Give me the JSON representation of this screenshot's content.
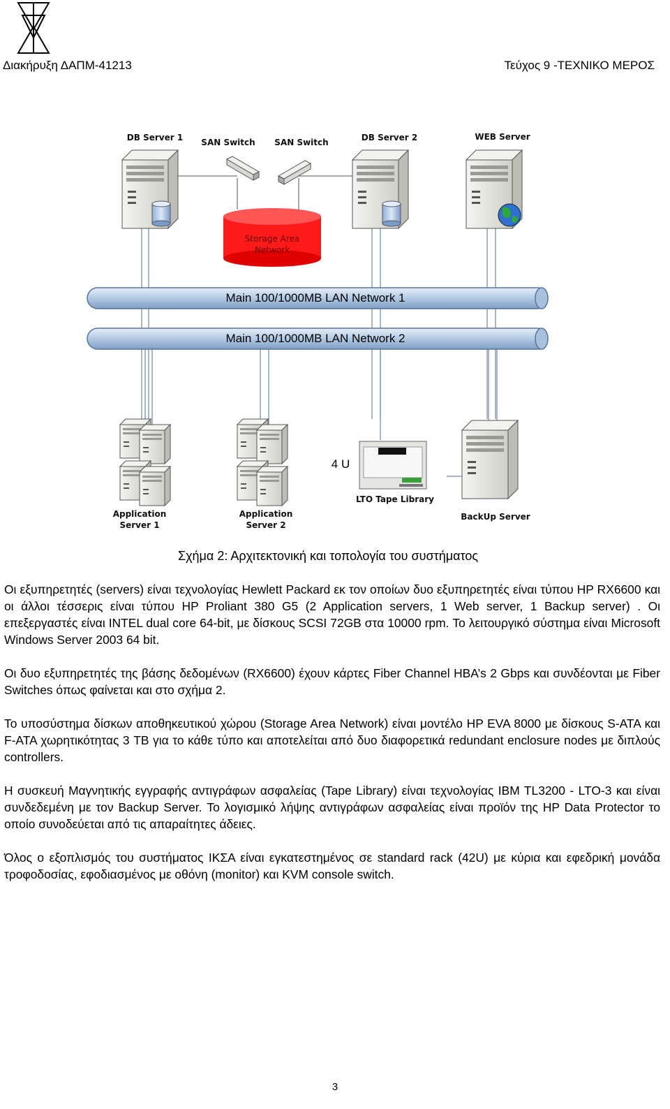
{
  "header": {
    "left": "Διακήρυξη ΔΑΠΜ-41213",
    "right": "Τεύχος 9 -ΤΕΧΝΙΚΟ ΜΕΡΟΣ"
  },
  "diagram": {
    "db_server_1": "DB Server 1",
    "san_switch_1": "SAN Switch",
    "san_switch_2": "SAN Switch",
    "db_server_2": "DB Server 2",
    "web_server": "WEB Server",
    "storage_line1": "Storage Area",
    "storage_line2": "Network",
    "lan1": "Main 100/1000MB LAN Network 1",
    "lan2": "Main 100/1000MB LAN Network 2",
    "rack_units": "4 U",
    "app1_line1": "Application",
    "app1_line2": "Server 1",
    "app2_line1": "Application",
    "app2_line2": "Server 2",
    "tape_library": "LTO Tape Library",
    "backup_server": "BackUp Server",
    "colors": {
      "lan_pipe": "#b7cde6",
      "san": "#ff1a1a",
      "server_body": "#e9e9e6"
    }
  },
  "caption": "Σχήμα 2: Αρχιτεκτονική και τοπολογία του συστήματος",
  "paragraphs": [
    "Οι εξυπηρετητές (servers) είναι τεχνολογίας Hewlett Packard εκ τον οποίων δυο εξυπηρετητές είναι τύπου HP RX6600 και οι άλλοι τέσσερις είναι τύπου HP Proliant 380 G5 (2 Application servers, 1 Web server, 1 Backup server) . Οι επεξεργαστές είναι INTEL dual core 64-bit, με δίσκους SCSI 72GB στα 10000 rpm. Το λειτουργικό σύστημα είναι Microsoft Windows Server 2003 64 bit.",
    "Οι δυο εξυπηρετητές της βάσης δεδομένων (RX6600) έχουν κάρτες Fiber Channel HBA’s 2 Gbps και συνδέονται με Fiber Switches όπως φαίνεται και στο σχήμα 2.",
    "Το υποσύστημα δίσκων αποθηκευτικού χώρου (Storage Area Network) είναι μοντέλο HP EVA 8000 με δίσκους S-ATA και F-ATA χωρητικότητας 3 TB για το κάθε τύπο και αποτελείται από δυο διαφορετικά redundant enclosure nodes με διπλούς controllers.",
    "Η συσκευή Μαγνητικής εγγραφής αντιγράφων ασφαλείας (Tape Library) είναι τεχνολογίας IBM TL3200 - LTO-3 και είναι συνδεδεμένη με τον Backup Server. Το λογισμικό λήψης αντιγράφων ασφαλείας είναι προϊόν της HP Data Protector το οποίο συνοδεύεται από τις απαραίτητες άδειες.",
    "Όλος ο εξοπλισμός του συστήματος ΙΚΣΑ είναι εγκατεστημένος σε standard rack (42U) με κύρια και εφεδρική μονάδα τροφοδοσίας, εφοδιασμένος με οθόνη (monitor) και KVM console switch."
  ],
  "page_number": "3"
}
